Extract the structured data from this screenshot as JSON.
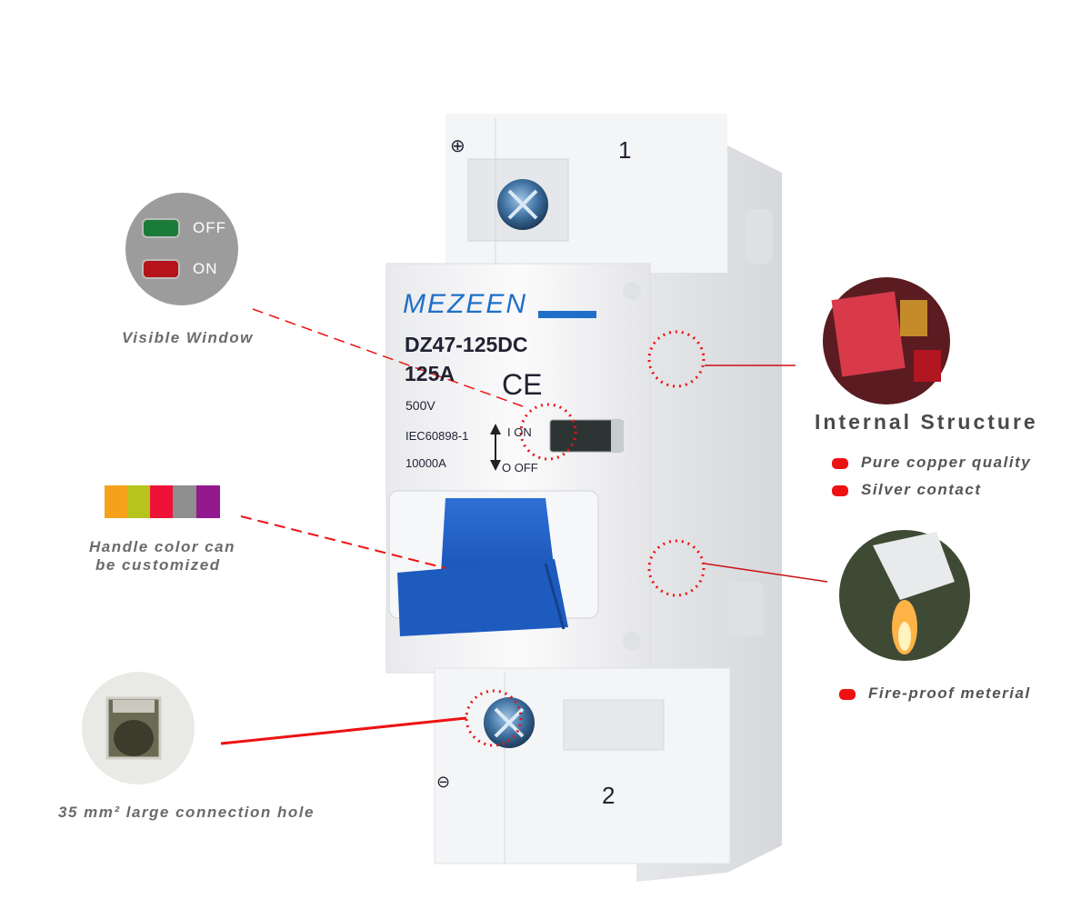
{
  "window_indicator": {
    "off_label": "OFF",
    "on_label": "ON",
    "caption": "Visible Window"
  },
  "breaker": {
    "brand": "MEZEEN",
    "model": "DZ47-125DC",
    "rating": "125A",
    "cert_mark": "CE",
    "voltage": "500V",
    "standard": "IEC60898-1",
    "breaking_capacity": "10000A",
    "on_label": "I ON",
    "off_label": "O OFF",
    "terminal_top": "1",
    "terminal_bottom": "2",
    "plus_symbol": "⊕",
    "minus_symbol": "⊖",
    "handle_color": "#1f5fc8"
  },
  "handle_colors": {
    "swatches": [
      "#f5a21a",
      "#b7c41c",
      "#ee1238",
      "#8e8e8e",
      "#93198e"
    ],
    "caption_line1": "Handle color can",
    "caption_line2": "be customized"
  },
  "connection": {
    "caption": "35 mm² large connection hole"
  },
  "internal_structure": {
    "title": "Internal Structure",
    "features": [
      "Pure copper quality",
      "Silver contact"
    ]
  },
  "fire_proof": {
    "feature": "Fire-proof meterial"
  },
  "accent_red": "#ee1111"
}
